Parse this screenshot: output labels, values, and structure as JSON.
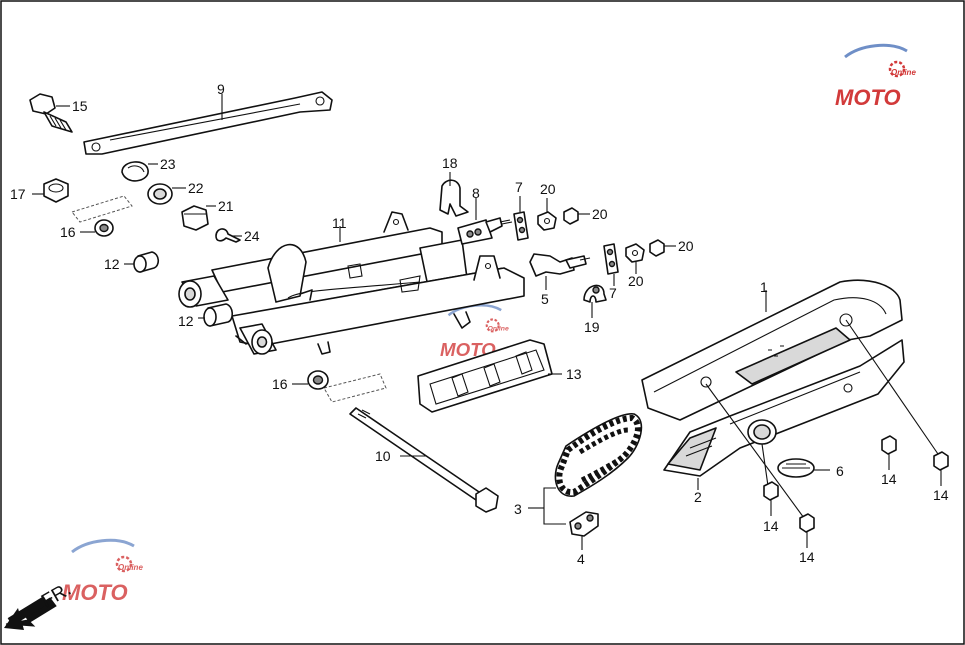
{
  "diagram": {
    "callouts": {
      "c1": "1",
      "c2": "2",
      "c3": "3",
      "c4": "4",
      "c5": "5",
      "c6": "6",
      "c7a": "7",
      "c7b": "7",
      "c8": "8",
      "c9": "9",
      "c10": "10",
      "c11": "11",
      "c12a": "12",
      "c12b": "12",
      "c13": "13",
      "c14a": "14",
      "c14b": "14",
      "c14c": "14",
      "c14d": "14",
      "c15": "15",
      "c16a": "16",
      "c16b": "16",
      "c17": "17",
      "c18": "18",
      "c19": "19",
      "c20a": "20",
      "c20b": "20",
      "c20c": "20",
      "c20d": "20",
      "c21": "21",
      "c22": "22",
      "c23": "23",
      "c24": "24"
    },
    "direction_label": "FR.",
    "watermark_text": "MOTO",
    "watermark_subtext": "Online"
  },
  "colors": {
    "line": "#111111",
    "background": "#ffffff",
    "watermark_blue": "#6f8fc7",
    "watermark_red": "#d23a3a"
  }
}
